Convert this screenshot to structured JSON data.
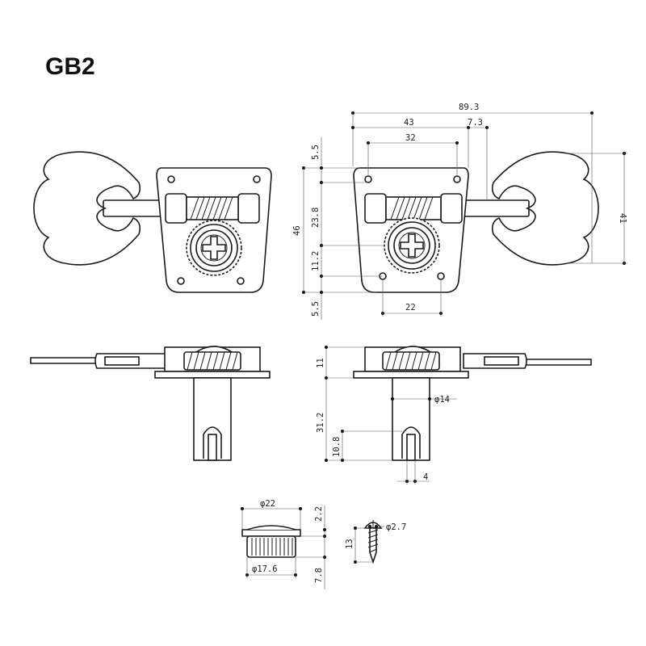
{
  "title": "GB2",
  "front_dims": {
    "overall_width": "89.3",
    "hole_span": "43",
    "offset": "7.3",
    "inner_span": "32",
    "top_margin": "5.5",
    "upper": "23.8",
    "height": "46",
    "lower": "11.2",
    "bottom_margin": "5.5",
    "bottom_span": "22",
    "button_height": "41"
  },
  "side_dims": {
    "plate": "11",
    "post_diameter": "φ14",
    "post_length": "31.2",
    "slot_depth": "10.8",
    "slot_width": "4"
  },
  "bushing_dims": {
    "flange_diameter": "φ22",
    "flange_height": "2.2",
    "body_diameter": "φ17.6",
    "body_height": "7.8"
  },
  "screw_dims": {
    "diameter": "φ2.7",
    "length": "13"
  },
  "colors": {
    "line": "#1a1a1a",
    "background": "#ffffff"
  }
}
